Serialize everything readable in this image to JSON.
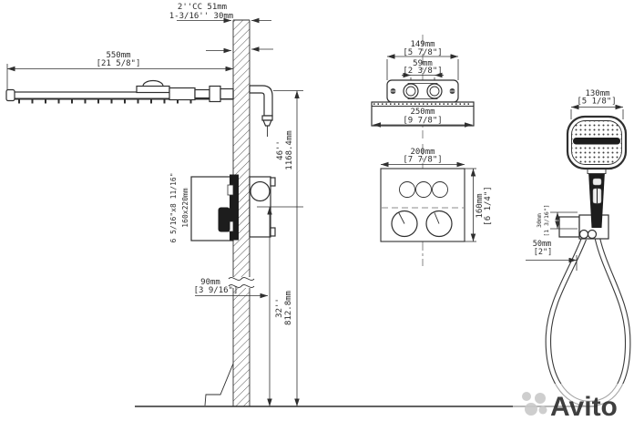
{
  "labels": {
    "conn1": "2''CC 51mm",
    "conn2": "1-3/16'' 30mm",
    "head_w_mm": "550mm",
    "head_w_in": "[21 5/8\"]",
    "rough_in": "6 5/16\"x8 11/16\"",
    "rough_mm": "160x220mm",
    "h46_in": "46''",
    "h46_mm": "1168.4mm",
    "h32_in": "32''",
    "h32_mm": "812.8mm",
    "off_mm": "90mm",
    "off_in": "[3 9/16\"]",
    "br_mm": "149mm",
    "br_in": "[5 7/8\"]",
    "pp_mm": "59mm",
    "pp_in": "[2 3/8\"]",
    "hd_mm": "250mm",
    "hd_in": "[9 7/8\"]",
    "pw_mm": "200mm",
    "pw_in": "[7 7/8\"]",
    "ph_mm": "160mm",
    "ph_in": "[6 1/4\"]",
    "hw_mm": "130mm",
    "hw_in": "[5 1/8\"]",
    "ho_mm": "30mm",
    "ho_in": "[1 3/16\"]",
    "out_mm": "50mm",
    "out_in": "[2\"]"
  },
  "watermark": {
    "text": "Avito"
  },
  "colors": {
    "line": "#2f2f2f",
    "watermark": "#c9c9c9"
  }
}
